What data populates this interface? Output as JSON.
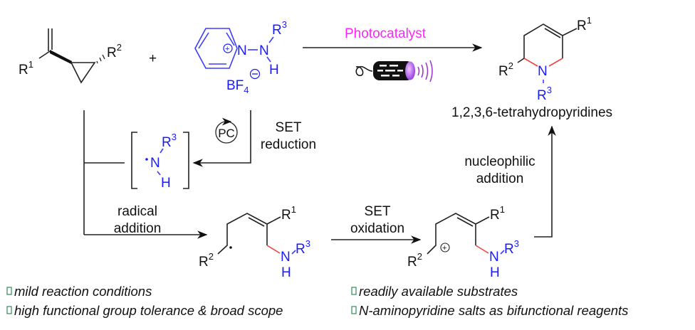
{
  "reactant1": {
    "r1": {
      "base": "R",
      "sup": "1"
    },
    "r2": {
      "base": "R",
      "sup": "2"
    }
  },
  "plus": "+",
  "reactant2": {
    "n_plus": "N",
    "n": "N",
    "h": "H",
    "r3": {
      "base": "R",
      "sup": "3"
    },
    "counterion": {
      "base": "BF",
      "sub": "4"
    }
  },
  "conditions": {
    "catalyst": "Photocatalyst",
    "light_icon": "lamp-icon"
  },
  "product": {
    "r1": {
      "base": "R",
      "sup": "1"
    },
    "r2": {
      "base": "R",
      "sup": "2"
    },
    "n": "N",
    "r3": {
      "base": "R",
      "sup": "3"
    },
    "name": "1,2,3,6-tetrahydropyridines"
  },
  "cycle": {
    "pc": "PC",
    "set_reduction": [
      "SET",
      "reduction"
    ],
    "radical_addition": [
      "radical",
      "addition"
    ],
    "set_oxidation": [
      "SET",
      "oxidation"
    ],
    "nucleophilic_addition": [
      "nucleophilic",
      "addition"
    ]
  },
  "radical": {
    "n": "N",
    "h": "H",
    "r3": {
      "base": "R",
      "sup": "3"
    }
  },
  "intermediate1": {
    "r1": {
      "base": "R",
      "sup": "1"
    },
    "r2": {
      "base": "R",
      "sup": "2"
    },
    "n": "N",
    "h": "H",
    "r3": {
      "base": "R",
      "sup": "3"
    }
  },
  "intermediate2": {
    "r1": {
      "base": "R",
      "sup": "1"
    },
    "r2": {
      "base": "R",
      "sup": "2"
    },
    "n": "N",
    "h": "H",
    "r3": {
      "base": "R",
      "sup": "3"
    }
  },
  "highlights": [
    "mild reaction conditions",
    "readily available substrates",
    "high functional group tolerance & broad scope",
    "N-aminopyridine salts as bifunctional reagents"
  ],
  "colors": {
    "catalyst": "#ff22ff",
    "nitrogen": "#1a1aff",
    "new_bond": "#ee4444",
    "bullet": "#2e8b57",
    "lamp": "#9933cc"
  }
}
